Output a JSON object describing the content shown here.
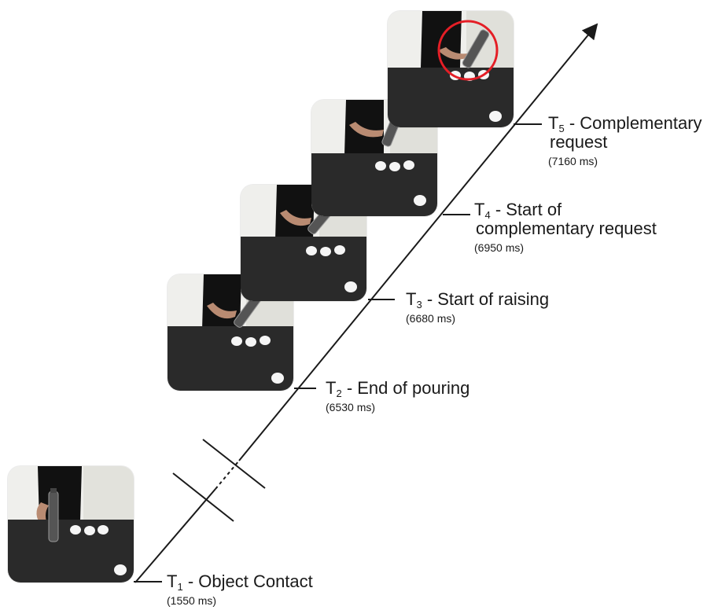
{
  "events": [
    {
      "t": "T",
      "sub": "1",
      "title": "- Object Contact",
      "title2": "",
      "ms": "(1550 ms)"
    },
    {
      "t": "T",
      "sub": "2",
      "title": "- End of pouring",
      "title2": "",
      "ms": "(6530 ms)"
    },
    {
      "t": "T",
      "sub": "3",
      "title": "- Start of raising",
      "title2": "",
      "ms": "(6680 ms)"
    },
    {
      "t": "T",
      "sub": "4",
      "title": "- Start of",
      "title2": "complementary request",
      "ms": "(6950 ms)"
    },
    {
      "t": "T",
      "sub": "5",
      "title": "- Complementary",
      "title2": "request",
      "ms": "(7160 ms)"
    }
  ],
  "highlight": {
    "color": "#e41e26",
    "frame": 5
  },
  "icons": [
    "timeline-arrow",
    "axis-break-icon",
    "cup-icon",
    "thermos-icon"
  ]
}
